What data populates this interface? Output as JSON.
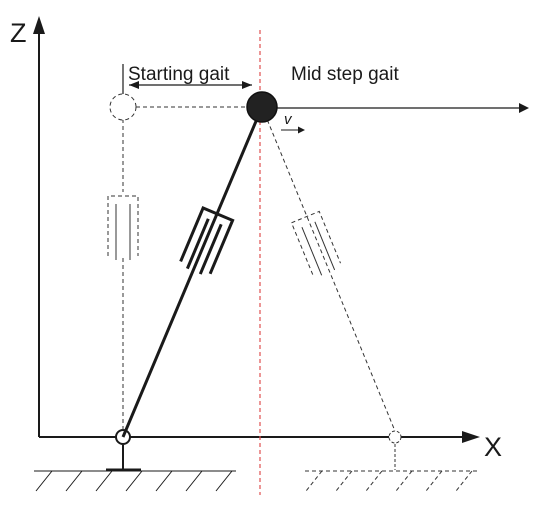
{
  "labels": {
    "z_axis": "Z",
    "x_axis": "X",
    "starting_gait": "Starting gait",
    "mid_step_gait": "Mid step gait",
    "velocity": "v"
  },
  "colors": {
    "ink": "#1a1a1a",
    "dashed_ink": "#333333",
    "divider": "#e05050",
    "mass": "#222222"
  }
}
